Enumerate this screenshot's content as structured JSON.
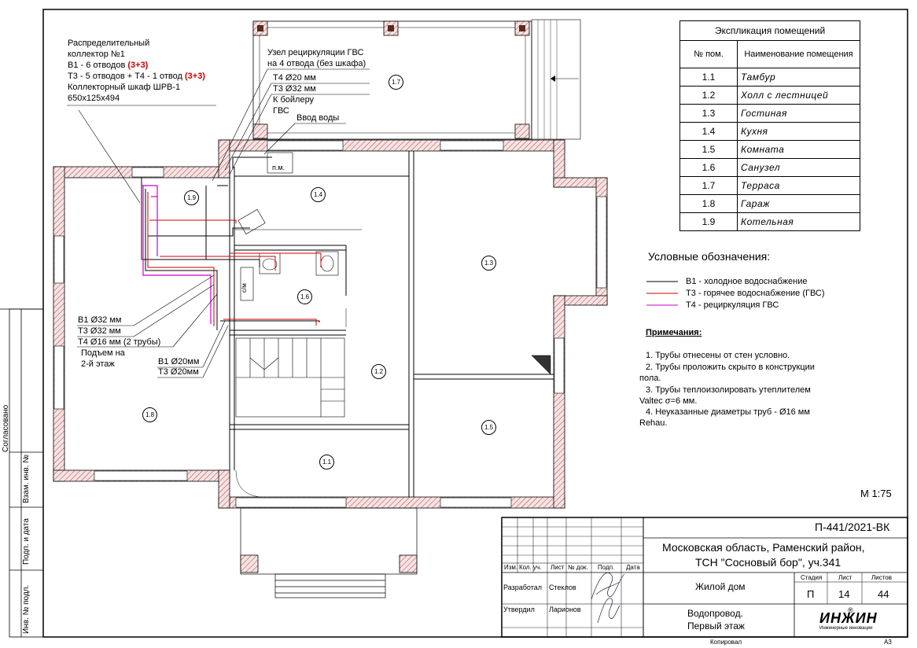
{
  "collector_note": {
    "line1": "Распределительный",
    "line2": "коллектор №1",
    "line3a": "В1 - 6 отводов ",
    "line3b": "(3+3)",
    "line4a": "Т3 - 5 отводов + Т4 - 1 отвод ",
    "line4b": "(3+3)",
    "line5": "Коллекторный шкаф ШРВ-1",
    "line6": "650x125x494"
  },
  "recirc_note": {
    "line1": "Узел рециркуляции ГВС",
    "line2": "на 4 отвода (без шкафа)",
    "line3": "Т4 Ø20 мм",
    "line4": "Т3 Ø32 мм",
    "line5": "К бойлеру",
    "line6": "ГВС",
    "water_inlet": "Ввод воды",
    "pm": "п.м."
  },
  "riser_note": {
    "b1": "В1 Ø32 мм",
    "t3": "Т3 Ø32 мм",
    "t4": "Т4 Ø16 мм (2 трубы)",
    "rise1": "Подъем на",
    "rise2": "2-й этаж",
    "b1_20": "В1 Ø20мм",
    "t3_20": "Т3 Ø20мм",
    "cm": "с/м"
  },
  "room_tags": [
    "1.1",
    "1.2",
    "1.3",
    "1.4",
    "1.5",
    "1.6",
    "1.7",
    "1.8",
    "1.9"
  ],
  "explication": {
    "title": "Экспликация помещений",
    "col_num": "№ пом.",
    "col_name": "Наименование помещения",
    "rows": [
      {
        "num": "1.1",
        "name": "Тамбур"
      },
      {
        "num": "1.2",
        "name": "Холл с лестницей"
      },
      {
        "num": "1.3",
        "name": "Гостиная"
      },
      {
        "num": "1.4",
        "name": "Кухня"
      },
      {
        "num": "1.5",
        "name": "Комната"
      },
      {
        "num": "1.6",
        "name": "Санузел"
      },
      {
        "num": "1.7",
        "name": "Терраса"
      },
      {
        "num": "1.8",
        "name": "Гараж"
      },
      {
        "num": "1.9",
        "name": "Котельная"
      }
    ]
  },
  "legend": {
    "title": "Условные обозначения:",
    "items": [
      {
        "label": "В1 - холодное водоснабжение",
        "color": "#000000"
      },
      {
        "label": "Т3 - горячее водоснабжение (ГВС)",
        "color": "#cc0000"
      },
      {
        "label": "Т4 - рециркуляция ГВС",
        "color": "#cc00cc"
      }
    ]
  },
  "notes": {
    "title": "Примечания:",
    "n1": "1.    Трубы отнесены от стен условно.",
    "n2a": "2.    Трубы проложить скрыто в конструкции",
    "n2b": "пола.",
    "n3a": "3.    Трубы теплоизолировать утеплителем",
    "n3b": "Valtec σ=6 мм.",
    "n4a": "4.    Неуказанные диаметры труб - Ø16 мм",
    "n4b": "Rehau."
  },
  "scale": "М 1:75",
  "title_block": {
    "code": "П-441/2021-ВК",
    "address1": "Московская область, Раменский район,",
    "address2": "ТСН \"Сосновый бор\", уч.341",
    "hdr_izm": "Изм.",
    "hdr_koluch": "Кол. уч.",
    "hdr_list": "Лист",
    "hdr_ndok": "№ док.",
    "hdr_podp": "Подп.",
    "hdr_data": "Дата",
    "developed": "Разработал",
    "developed_name": "Стеклов",
    "approved": "Утвердил",
    "approved_name": "Ларионов",
    "object": "Жилой дом",
    "stage_label": "Стадия",
    "sheet_label": "Лист",
    "sheets_label": "Листов",
    "stage": "П",
    "sheet": "14",
    "sheets": "44",
    "drawing1": "Водопровод.",
    "drawing2": "Первый этаж",
    "logo": "ИНЖИН",
    "logo_sub": "Инженерные инновации",
    "copied": "Копировал",
    "format": "А3"
  },
  "side_stamp": {
    "agreed": "Согласовано",
    "inv_repl": "Взам. инв. №",
    "sign_date": "Подп. и дата",
    "inv_orig": "Инв. № подл."
  }
}
